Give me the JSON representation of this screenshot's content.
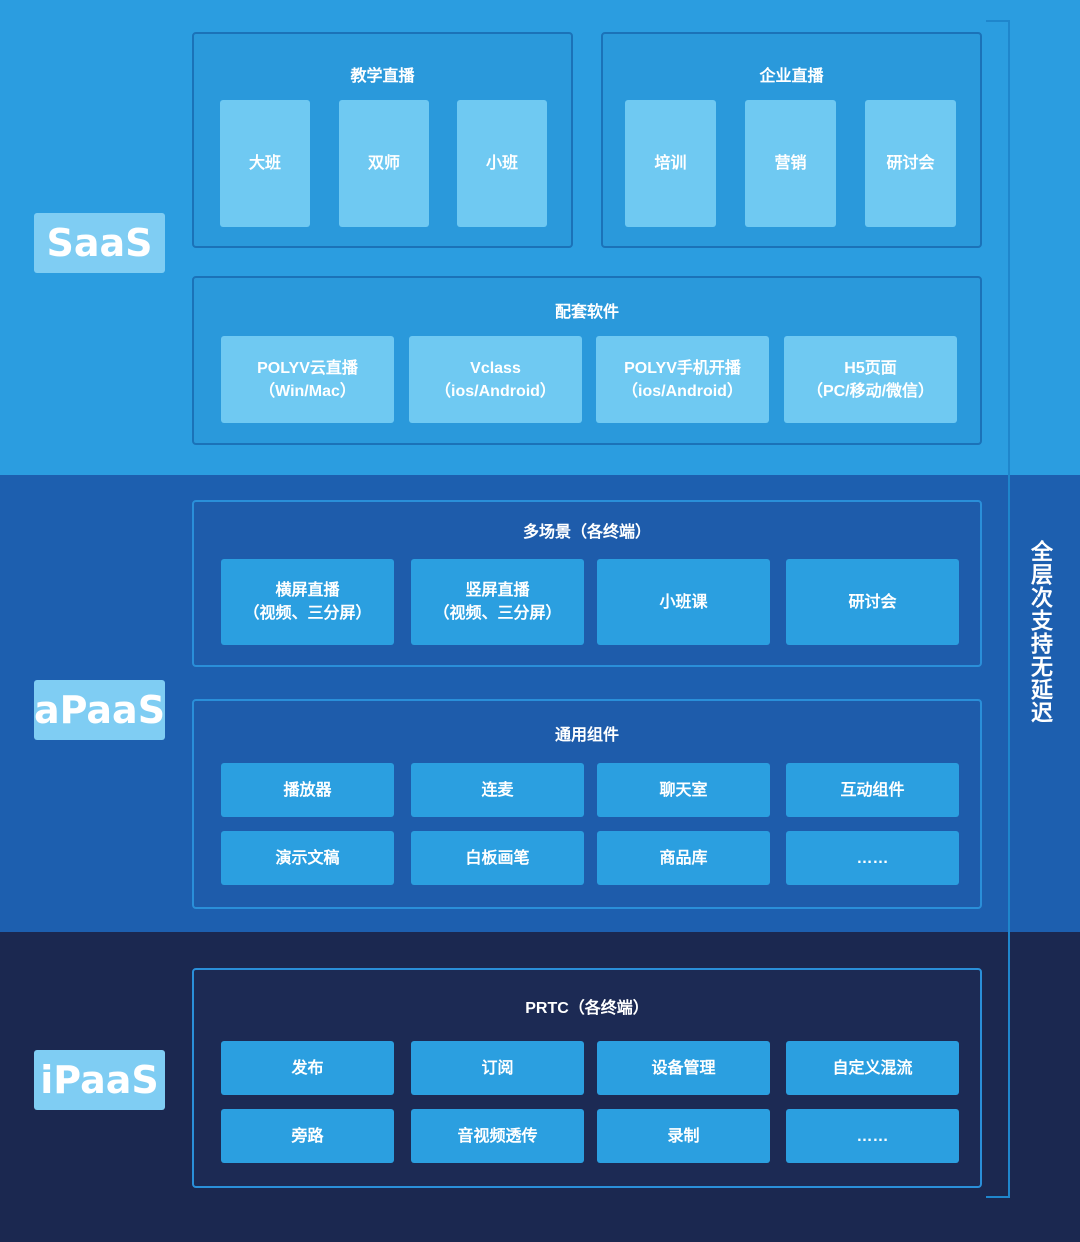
{
  "layers": {
    "saas": {
      "label": "SaaS"
    },
    "apaas": {
      "label": "aPaaS"
    },
    "ipaas": {
      "label": "iPaaS"
    }
  },
  "side_label": "全层次支持无延迟",
  "saas": {
    "teaching": {
      "title": "教学直播",
      "items": [
        "大班",
        "双师",
        "小班"
      ]
    },
    "enterprise": {
      "title": "企业直播",
      "items": [
        "培训",
        "营销",
        "研讨会"
      ]
    },
    "software": {
      "title": "配套软件",
      "items": [
        {
          "line1": "POLYV云直播",
          "line2": "（Win/Mac）"
        },
        {
          "line1": "Vclass",
          "line2": "（ios/Android）"
        },
        {
          "line1": "POLYV手机开播",
          "line2": "（ios/Android）"
        },
        {
          "line1": "H5页面",
          "line2": "（PC/移动/微信）"
        }
      ]
    }
  },
  "apaas": {
    "scenes": {
      "title": "多场景（各终端）",
      "items": [
        {
          "line1": "横屏直播",
          "line2": "（视频、三分屏）"
        },
        {
          "line1": "竖屏直播",
          "line2": "（视频、三分屏）"
        },
        {
          "line1": "小班课",
          "line2": ""
        },
        {
          "line1": "研讨会",
          "line2": ""
        }
      ]
    },
    "components": {
      "title": "通用组件",
      "row1": [
        "播放器",
        "连麦",
        "聊天室",
        "互动组件"
      ],
      "row2": [
        "演示文稿",
        "白板画笔",
        "商品库",
        "……"
      ]
    }
  },
  "ipaas": {
    "prtc": {
      "title": "PRTC（各终端）",
      "row1": [
        "发布",
        "订阅",
        "设备管理",
        "自定义混流"
      ],
      "row2": [
        "旁路",
        "音视频透传",
        "录制",
        "……"
      ]
    }
  },
  "colors": {
    "saas_band": "#2b9de0",
    "apaas_band": "#1d5faf",
    "ipaas_band": "#1b2850",
    "badge": "#7fcdf3",
    "tile_light": "#6fc9f2",
    "tile_blue": "#2b9fe0"
  }
}
